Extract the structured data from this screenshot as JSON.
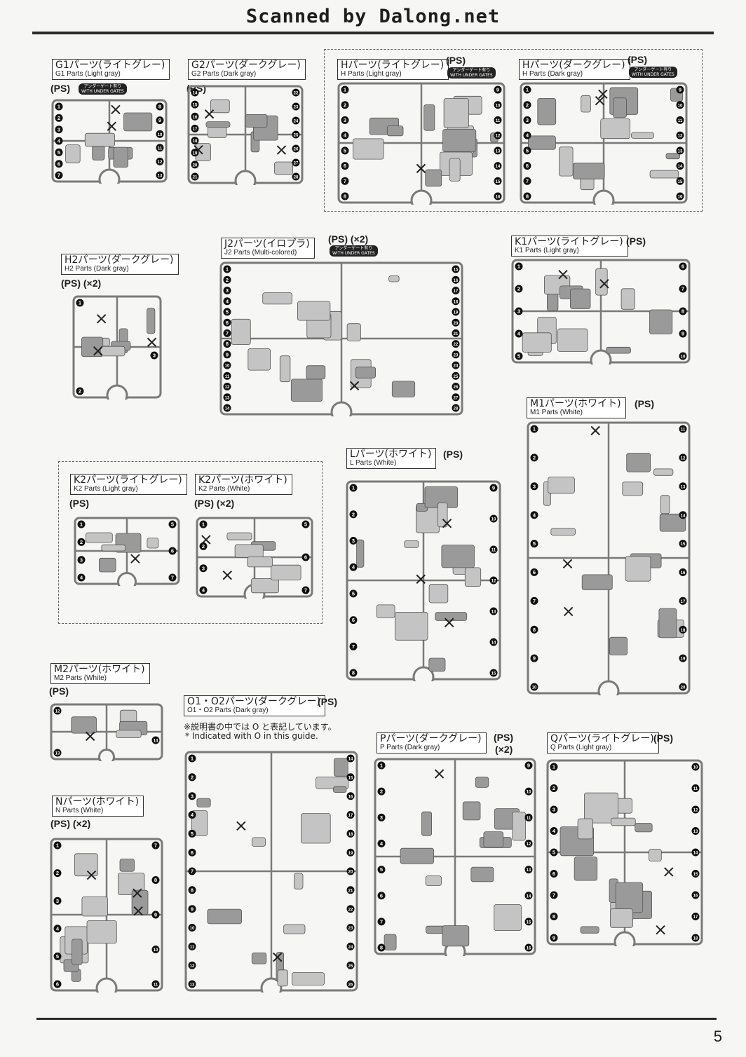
{
  "header": {
    "title": "Scanned by Dalong.net"
  },
  "page_number": "5",
  "common": {
    "ps": "(PS)",
    "ps_x2": "(PS) (×2)",
    "x2": "(×2)",
    "gate_badge_jp": "アンダーゲート有り",
    "gate_badge_en": "WITH UNDER GATES"
  },
  "note": {
    "jp": "※説明書の中では O と表記しています。",
    "en": "* Indicated with O in this guide."
  },
  "blocks": [
    {
      "id": "g1",
      "jp": "G1パーツ(ライトグレー)",
      "en": "G1 Parts (Light gray)",
      "tag": "(PS)",
      "gate": true,
      "nums": [
        "1",
        "2",
        "3",
        "4",
        "5",
        "6",
        "7",
        "8",
        "9",
        "10",
        "11",
        "12",
        "13"
      ]
    },
    {
      "id": "g2",
      "jp": "G2パーツ(ダークグレー)",
      "en": "G2 Parts (Dark gray)",
      "tag": "(PS)",
      "gate": false,
      "nums": [
        "14",
        "15",
        "16",
        "17",
        "18",
        "19",
        "20",
        "21",
        "22",
        "23",
        "24",
        "25",
        "26",
        "27",
        "28"
      ]
    },
    {
      "id": "h_light",
      "jp": "Hパーツ(ライトグレー)",
      "en": "H Parts (Light gray)",
      "tag": "(PS)",
      "gate": true,
      "nums": [
        "1",
        "2",
        "3",
        "4",
        "5",
        "6",
        "7",
        "8",
        "9",
        "10",
        "11",
        "12",
        "13",
        "14",
        "15",
        "16"
      ]
    },
    {
      "id": "h_dark",
      "jp": "Hパーツ(ダークグレー)",
      "en": "H Parts (Dark gray)",
      "tag": "(PS)",
      "gate": true,
      "nums": [
        "1",
        "2",
        "3",
        "4",
        "5",
        "6",
        "7",
        "8",
        "9",
        "10",
        "11",
        "12",
        "13",
        "14",
        "15",
        "16"
      ]
    },
    {
      "id": "h2",
      "jp": "H2パーツ(ダークグレー)",
      "en": "H2 Parts (Dark gray)",
      "tag": "(PS) (×2)",
      "gate": false,
      "nums": [
        "1",
        "2",
        "3"
      ]
    },
    {
      "id": "j2",
      "jp": "J2パーツ(イロプラ)",
      "en": "J2 Parts (Multi-colored)",
      "tag": "(PS) (×2)",
      "gate": true,
      "nums": [
        "1",
        "2",
        "3",
        "4",
        "5",
        "6",
        "7",
        "8",
        "9",
        "10",
        "11",
        "12",
        "13",
        "14",
        "15",
        "16",
        "17",
        "18",
        "19",
        "20",
        "21",
        "22",
        "23",
        "24",
        "25",
        "26",
        "27",
        "28"
      ]
    },
    {
      "id": "k1",
      "jp": "K1パーツ(ライトグレー)",
      "en": "K1 Parts (Light gray)",
      "tag": "(PS)",
      "gate": false,
      "nums": [
        "1",
        "2",
        "3",
        "4",
        "5",
        "6",
        "7",
        "8",
        "9",
        "10"
      ]
    },
    {
      "id": "m1",
      "jp": "M1パーツ(ホワイト)",
      "en": "M1 Parts (White)",
      "tag": "(PS)",
      "gate": false,
      "nums": [
        "1",
        "2",
        "3",
        "4",
        "5",
        "6",
        "7",
        "8",
        "9",
        "10",
        "11",
        "12",
        "13",
        "14",
        "15",
        "16",
        "17",
        "18",
        "19",
        "20"
      ]
    },
    {
      "id": "k2_light",
      "jp": "K2パーツ(ライトグレー)",
      "en": "K2 Parts (Light gray)",
      "tag": "(PS)",
      "gate": false,
      "nums": [
        "1",
        "2",
        "3",
        "4",
        "5",
        "6",
        "7"
      ]
    },
    {
      "id": "k2_white",
      "jp": "K2パーツ(ホワイト)",
      "en": "K2 Parts (White)",
      "tag": "(PS) (×2)",
      "gate": false,
      "nums": [
        "1",
        "2",
        "3",
        "4",
        "5",
        "6",
        "7"
      ]
    },
    {
      "id": "l",
      "jp": "Lパーツ(ホワイト)",
      "en": "L Parts (White)",
      "tag": "(PS)",
      "gate": false,
      "nums": [
        "1",
        "2",
        "3",
        "4",
        "5",
        "6",
        "7",
        "8",
        "9",
        "10",
        "11",
        "12",
        "13",
        "14",
        "15"
      ]
    },
    {
      "id": "m2",
      "jp": "M2パーツ(ホワイト)",
      "en": "M2 Parts (White)",
      "tag": "(PS)",
      "gate": false,
      "nums": [
        "12",
        "13",
        "14"
      ]
    },
    {
      "id": "o",
      "jp": "O1・O2パーツ(ダークグレー)",
      "en": "O1・O2 Parts (Dark gray)",
      "tag": "(PS)",
      "gate": false,
      "nums": [
        "1",
        "2",
        "3",
        "4",
        "5",
        "6",
        "7",
        "8",
        "9",
        "10",
        "11",
        "12",
        "13",
        "14",
        "15",
        "16",
        "17",
        "18",
        "19",
        "20",
        "21",
        "22",
        "23",
        "24",
        "25",
        "26"
      ]
    },
    {
      "id": "n",
      "jp": "Nパーツ(ホワイト)",
      "en": "N Parts (White)",
      "tag": "(PS) (×2)",
      "gate": false,
      "nums": [
        "1",
        "2",
        "3",
        "4",
        "5",
        "6",
        "7",
        "8",
        "9",
        "10",
        "11"
      ]
    },
    {
      "id": "p",
      "jp": "Pパーツ(ダークグレー)",
      "en": "P Parts (Dark gray)",
      "tag": "(PS)",
      "tag2": "(×2)",
      "gate": false,
      "nums": [
        "1",
        "2",
        "3",
        "4",
        "5",
        "6",
        "7",
        "8",
        "9",
        "10",
        "11",
        "12",
        "13",
        "14",
        "15",
        "16"
      ]
    },
    {
      "id": "q",
      "jp": "Qパーツ(ライトグレー)",
      "en": "Q Parts (Light gray)",
      "tag": "(PS)",
      "gate": false,
      "nums": [
        "1",
        "2",
        "3",
        "4",
        "5",
        "6",
        "7",
        "8",
        "9",
        "10",
        "11",
        "12",
        "13",
        "14",
        "15",
        "16",
        "17",
        "18"
      ]
    }
  ]
}
